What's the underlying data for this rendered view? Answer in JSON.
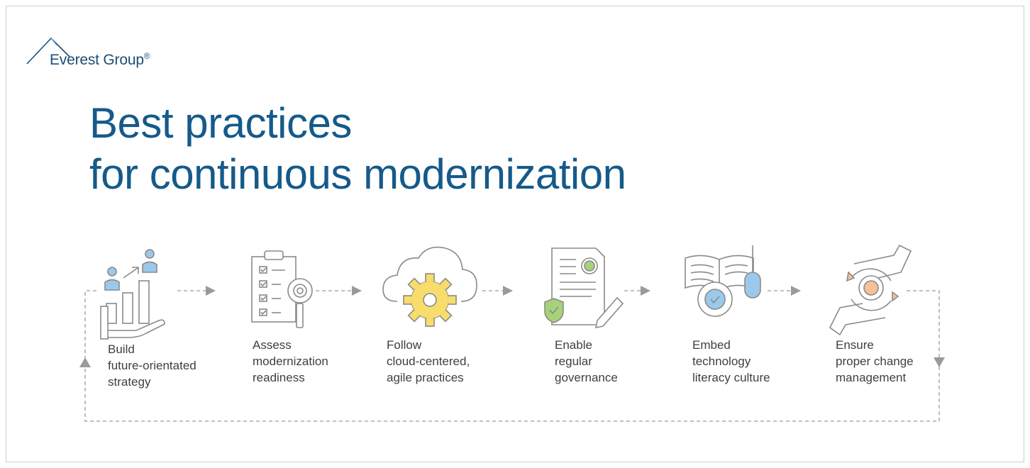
{
  "brand": {
    "name": "Everest Group",
    "mark": "®"
  },
  "title": {
    "line1": "Best practices",
    "line2": "for continuous modernization"
  },
  "colors": {
    "title": "#155a8a",
    "icon_stroke": "#8a8a8a",
    "icon_blue": "#9cc9ea",
    "icon_yellow": "#f8dc6c",
    "icon_green": "#a6d27a",
    "icon_orange": "#f6c196",
    "connector": "#9a9a9a"
  },
  "steps": [
    {
      "icon": "strategy-growth-icon",
      "lines": [
        "Build",
        "future-orientated",
        "strategy"
      ]
    },
    {
      "icon": "checklist-magnifier-icon",
      "lines": [
        "Assess",
        "modernization",
        "readiness"
      ]
    },
    {
      "icon": "cloud-gear-icon",
      "lines": [
        "Follow",
        "cloud-centered,",
        "agile practices"
      ]
    },
    {
      "icon": "document-shield-icon",
      "lines": [
        "Enable",
        "regular",
        "governance"
      ]
    },
    {
      "icon": "book-gear-mouse-icon",
      "lines": [
        "Embed",
        "technology",
        "literacy culture"
      ]
    },
    {
      "icon": "hands-cycle-gear-icon",
      "lines": [
        "Ensure",
        "proper change",
        "management"
      ]
    }
  ]
}
